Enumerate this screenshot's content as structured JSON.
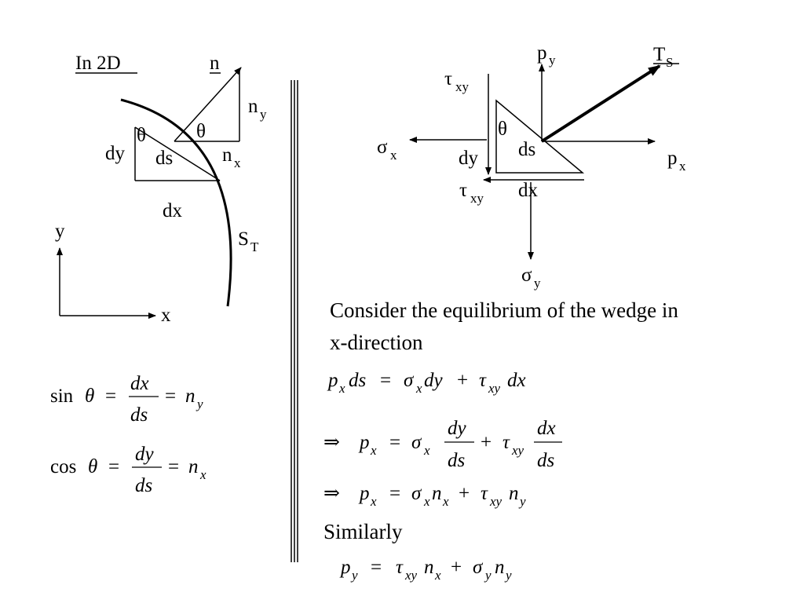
{
  "left_figure": {
    "title": "In 2D",
    "normal_label": "n",
    "ny_label": "n",
    "ny_sub": "y",
    "nx_label": "n",
    "nx_sub": "x",
    "theta_outer": "θ",
    "theta_inner": "θ",
    "dy_label": "dy",
    "ds_label": "ds",
    "dx_label": "dx",
    "boundary_label": "S",
    "boundary_sub": "T",
    "y_axis_label": "y",
    "x_axis_label": "x"
  },
  "right_figure": {
    "py_label": "p",
    "py_sub": "y",
    "ts_label": "T",
    "ts_sub": "S",
    "tau_top_label": "τ",
    "tau_top_sub": "xy",
    "sigma_x_label": "σ",
    "sigma_x_sub": "x",
    "theta_label": "θ",
    "dy_label": "dy",
    "ds_label": "ds",
    "px_label": "p",
    "px_sub": "x",
    "tau_bottom_label": "τ",
    "tau_bottom_sub": "xy",
    "dx_label": "dx",
    "sigma_y_label": "σ",
    "sigma_y_sub": "y"
  },
  "left_equations": {
    "sin_fn": "sin",
    "cos_fn": "cos",
    "theta": "θ",
    "equals": "=",
    "dx": "dx",
    "dy": "dy",
    "ds": "ds",
    "n": "n",
    "sub_y": "y",
    "sub_x": "x"
  },
  "right_text": {
    "consider_line1": "Consider the equilibrium of the wedge in",
    "consider_line2": "x-direction",
    "similarly": "Similarly"
  },
  "right_equations": {
    "implies": "⇒",
    "p": "p",
    "sigma": "σ",
    "tau": "τ",
    "n": "n",
    "ds": "ds",
    "dy": "dy",
    "dx": "dx",
    "plus": "+",
    "equals": "=",
    "sub_x": "x",
    "sub_y": "y",
    "sub_xy": "xy"
  }
}
